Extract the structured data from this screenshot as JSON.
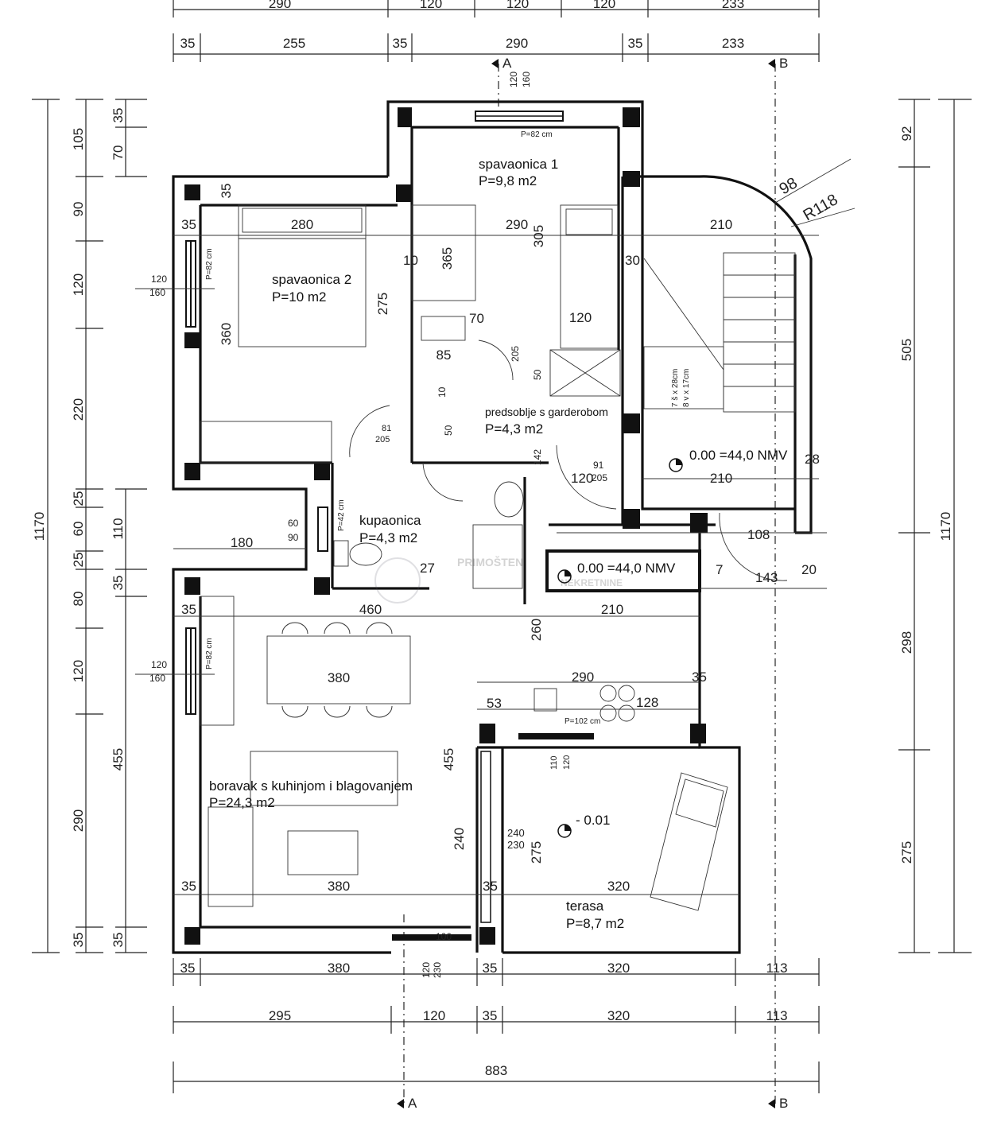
{
  "dims_top_row1": [
    "290",
    "120",
    "120",
    "120",
    "233"
  ],
  "dims_top_row2": [
    "35",
    "255",
    "35",
    "290",
    "35",
    "233"
  ],
  "dims_bottom_row1": [
    "35",
    "380",
    "35",
    "320",
    "113"
  ],
  "dims_bottom_row2": [
    "295",
    "120",
    "35",
    "320",
    "113"
  ],
  "dims_bottom_total": "883",
  "dims_left_outer": "1170",
  "dims_left_mid": [
    "105",
    "90",
    "120",
    "220",
    "25",
    "60",
    "25",
    "80",
    "120",
    "455",
    "290",
    "35"
  ],
  "dims_left_inner": [
    "35",
    "70",
    "110",
    "35",
    "455",
    "35"
  ],
  "dims_right": [
    "92",
    "505",
    "1170",
    "298",
    "275"
  ],
  "section_marks": {
    "a": "A",
    "b": "B"
  },
  "rooms": {
    "bedroom1": {
      "name": "spavaonica 1",
      "area": "P=9,8 m2"
    },
    "bedroom2": {
      "name": "spavaonica 2",
      "area": "P=10 m2"
    },
    "hall": {
      "name": "predsoblje s garderobom",
      "area": "P=4,3 m2"
    },
    "bathroom": {
      "name": "kupaonica",
      "area": "P=4,3 m2"
    },
    "living": {
      "name": "boravak s kuhinjom i blagovanjem",
      "area": "P=24,3 m2"
    },
    "terrace": {
      "name": "terasa",
      "area": "P=8,7 m2"
    }
  },
  "levels": {
    "stair_level": "0.00 =44,0 NMV",
    "entry_level": "0.00 =44,0 NMV",
    "terrace_level": "- 0.01"
  },
  "stair_note": [
    "7 š x 28cm",
    "8 v x 17cm"
  ],
  "radius_labels": [
    "98",
    "R118"
  ],
  "inner_dims": {
    "d280": "280",
    "d290a": "290",
    "d210a": "210",
    "d365": "365",
    "d305": "305",
    "d275": "275",
    "d360": "360",
    "d10": "10",
    "d30": "30",
    "d70": "70",
    "d120a": "120",
    "d85": "85",
    "d205a": "205",
    "d50": "50",
    "d10b": "10",
    "d81": "81",
    "d205b": "205",
    "d50b": "50",
    "d142": "142",
    "d91": "91",
    "d205c": "205",
    "d120b": "120",
    "d210b": "210",
    "d28": "28",
    "d108": "108",
    "d7": "7",
    "d143": "143",
    "d20": "20",
    "d180": "180",
    "d60_90a": "60",
    "d60_90b": "90",
    "d27": "27",
    "d460": "460",
    "d210c": "210",
    "d260": "260",
    "d380a": "380",
    "d290b": "290",
    "d35a": "35",
    "d53": "53",
    "d128": "128",
    "d380b": "380",
    "d320": "320",
    "d240": "240",
    "d230": "230",
    "d275b": "275",
    "d35b": "35",
    "d35c": "35",
    "d35d": "35",
    "d35e": "35",
    "d35f": "35",
    "d100": "100",
    "d120_230a": "120",
    "d120_230b": "230",
    "d110": "110",
    "d120c": "120",
    "w1a": "120",
    "w1b": "160",
    "w2a": "120",
    "w2b": "160",
    "w3a": "120",
    "w3b": "160"
  },
  "small_notes": [
    "P=82 cm",
    "P=82 cm",
    "P=82 cm",
    "P=102 cm",
    "P=42 cm"
  ],
  "watermark": [
    "PRIMOŠTEN",
    "NEKRETNINE"
  ]
}
